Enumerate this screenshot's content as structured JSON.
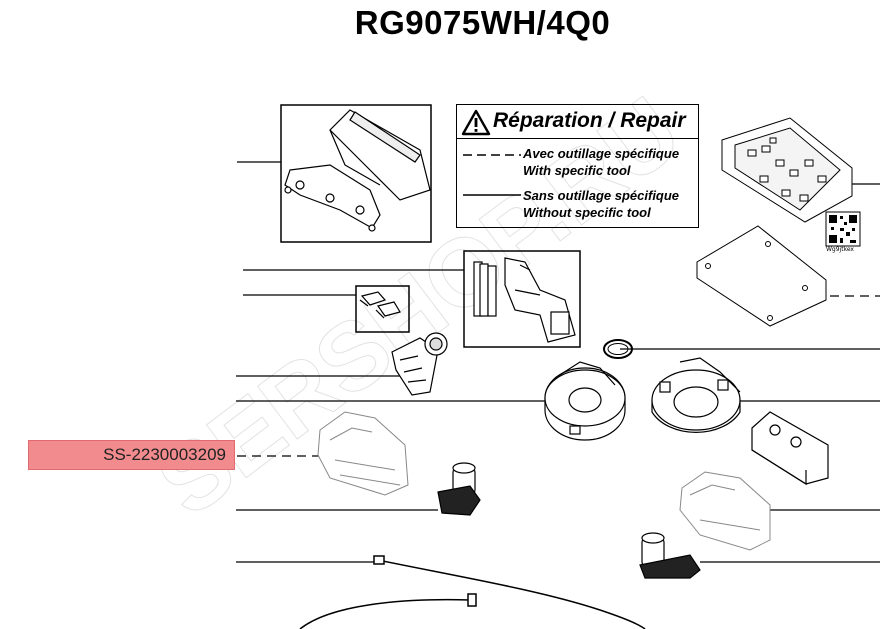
{
  "title": "RG9075WH/4Q0",
  "legend": {
    "title": "Réparation / Repair",
    "dashed_fr": "Avec outillage spécifique",
    "dashed_en": "With specific tool",
    "solid_fr": "Sans outillage spécifique",
    "solid_en": "Without specific tool"
  },
  "highlighted_part": {
    "reference": "SS-2230003209",
    "color": "#f28b8e"
  },
  "qr_caption": "Wg9jtkex",
  "watermark": "SERSHOP.RU"
}
